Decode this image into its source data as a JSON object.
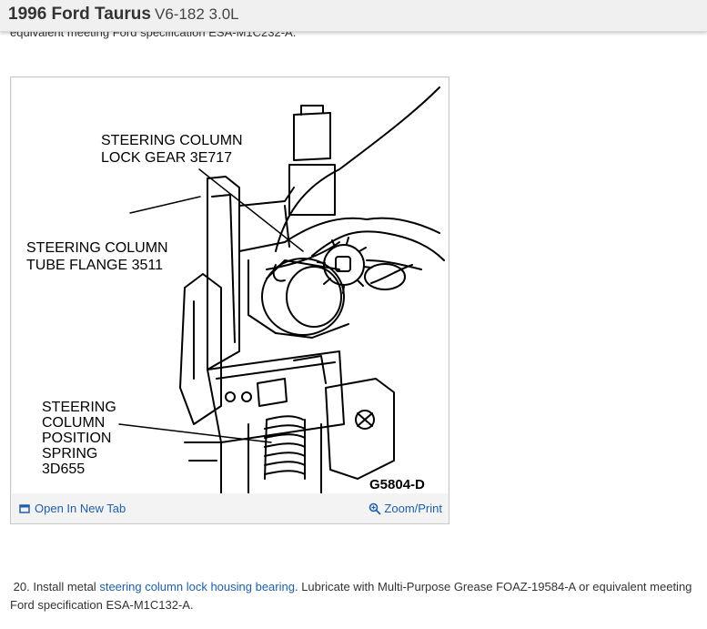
{
  "header": {
    "model": "1996 Ford Taurus",
    "engine": "V6-182 3.0L"
  },
  "previous_text": "equivalent meeting Ford specification ESA-M1C232-A.",
  "figure": {
    "labels": {
      "lock_gear_1": "STEERING COLUMN",
      "lock_gear_2": "LOCK GEAR 3E717",
      "flange_1": "STEERING COLUMN",
      "flange_2": "TUBE FLANGE 3511",
      "spring_1": "STEERING",
      "spring_2": "COLUMN",
      "spring_3": "POSITION",
      "spring_4": "SPRING",
      "spring_5": "3D655",
      "code": "G5804-D"
    },
    "open_tab_label": "Open In New Tab",
    "zoom_label": "Zoom/Print"
  },
  "step": {
    "number": "20.",
    "text_before": "Install metal",
    "link": "steering column lock housing bearing",
    "text_after": ". Lubricate with Multi-Purpose Grease FOAZ-19584-A or equivalent meeting Ford specification ESA-M1C132-A."
  }
}
